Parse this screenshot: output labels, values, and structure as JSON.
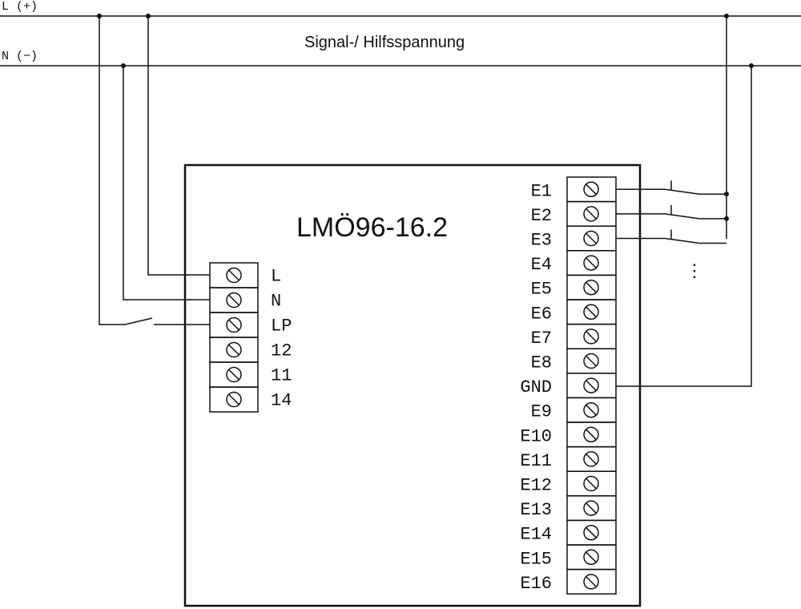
{
  "diagram": {
    "bus_l_label": "L (+)",
    "bus_n_label": "N (−)",
    "supply_title": "Signal-/ Hilfsspannung",
    "device_name": "LMÖ96-16.2",
    "left_terminals": [
      "L",
      "N",
      "LP",
      "12",
      "11",
      "14"
    ],
    "right_terminals": [
      "E1",
      "E2",
      "E3",
      "E4",
      "E5",
      "E6",
      "E7",
      "E8",
      "GND",
      "E9",
      "E10",
      "E11",
      "E12",
      "E13",
      "E14",
      "E15",
      "E16"
    ],
    "continuation": "⋮"
  }
}
